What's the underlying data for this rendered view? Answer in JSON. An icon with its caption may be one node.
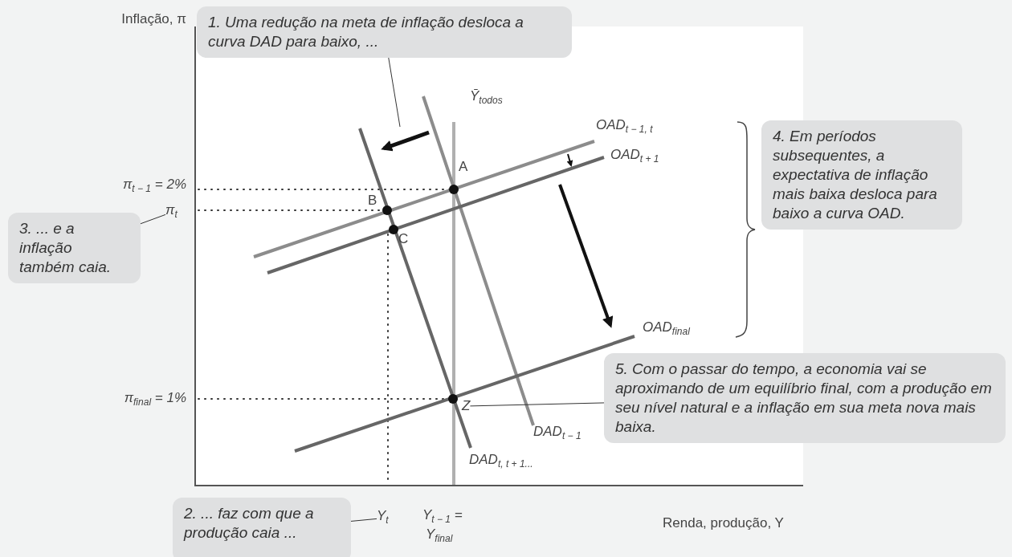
{
  "diagram": {
    "nodes": [
      {
        "text": [
          "1. Uma redução na meta de inflação desloca a curva DAD para baixo, ..."
        ]
      },
      {
        "text": [],
        "shape": "arrow"
      },
      {
        "text": [
          "3. ... e a inflação também caia."
        ]
      },
      {
        "text": [
          "π$_{t}$"
        ]
      },
      {
        "text": [
          "2. ... faz com que a produção caia ..."
        ]
      },
      {
        "text": [
          "Y$_{t}$"
        ]
      },
      {
        "text": [
          "4. Em períodos subsequentes, a expectativa de inflação mais baixa desloca para baixo a curva OAD."
        ]
      },
      {
        "text": [
          "5. Com o passar do tempo, a economia vai se aproximando de um equilíbrio final, com a produção em seu nível natural e a inflação em sua meta nova mais baixa."
        ]
      },
      {
        "text": [
          "Z"
        ]
      }
    ],
    "edges": [
      {
        "from": 0,
        "to": 1,
        "arrow": "none"
      },
      {
        "from": 2,
        "to": 3,
        "arrow": "none"
      },
      {
        "from": 4,
        "to": 5,
        "arrow": "none"
      },
      {
        "from": 7,
        "to": 8,
        "arrow": "none"
      }
    ],
    "labels": [
      "Inflação, π",
      "π$_{t − 1}$ = 2%",
      "Ȳ$_{todos}$",
      "OAD$_{t − 1, t}$",
      "A",
      "OAD$_{t + 1}$",
      "B",
      "C",
      "OAD$_{final}$",
      "π$_{final}$ = 1%",
      "DAD$_{t − 1}$",
      "DAD$_{t, t + 1...}$",
      "Y$_{t − 1}$ =",
      "Y$_{final}$",
      "Renda, produção, Y"
    ]
  }
}
